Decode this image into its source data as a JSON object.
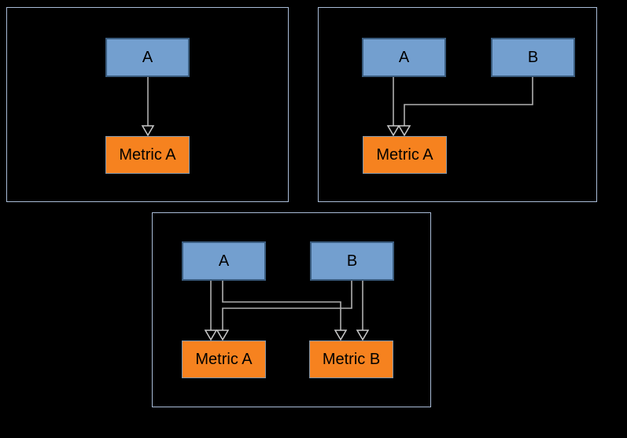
{
  "diagram": {
    "background": "#000000",
    "panels": [
      {
        "name": "one-source-one-metric",
        "nodes": [
          {
            "id": "A",
            "type": "entity",
            "label": "A"
          },
          {
            "id": "MetricA",
            "type": "metric",
            "label": "Metric A"
          }
        ],
        "edges": [
          {
            "from": "A",
            "to": "Metric A",
            "arrowhead": "open-triangle"
          }
        ]
      },
      {
        "name": "two-sources-one-metric",
        "nodes": [
          {
            "id": "A",
            "type": "entity",
            "label": "A"
          },
          {
            "id": "B",
            "type": "entity",
            "label": "B"
          },
          {
            "id": "MetricA",
            "type": "metric",
            "label": "Metric A"
          }
        ],
        "edges": [
          {
            "from": "A",
            "to": "Metric A",
            "arrowhead": "open-triangle"
          },
          {
            "from": "B",
            "to": "Metric A",
            "arrowhead": "open-triangle"
          }
        ]
      },
      {
        "name": "two-sources-two-metrics",
        "nodes": [
          {
            "id": "A",
            "type": "entity",
            "label": "A"
          },
          {
            "id": "B",
            "type": "entity",
            "label": "B"
          },
          {
            "id": "MetricA",
            "type": "metric",
            "label": "Metric A"
          },
          {
            "id": "MetricB",
            "type": "metric",
            "label": "Metric B"
          }
        ],
        "edges": [
          {
            "from": "A",
            "to": "Metric A",
            "arrowhead": "open-triangle"
          },
          {
            "from": "A",
            "to": "Metric B",
            "arrowhead": "open-triangle"
          },
          {
            "from": "B",
            "to": "Metric A",
            "arrowhead": "open-triangle"
          },
          {
            "from": "B",
            "to": "Metric B",
            "arrowhead": "open-triangle"
          }
        ]
      }
    ]
  },
  "colors": {
    "bg": "#000000",
    "panel-border": "#a9bcd8",
    "entity-fill": "#739fcf",
    "entity-border": "#3a5c7e",
    "metric-fill": "#f6821f",
    "metric-border": "#7f95aa",
    "wire": "#b0b0b0",
    "arrow-stroke": "#c9c9c9",
    "arrow-fill": "#000000",
    "label": "#000000"
  }
}
